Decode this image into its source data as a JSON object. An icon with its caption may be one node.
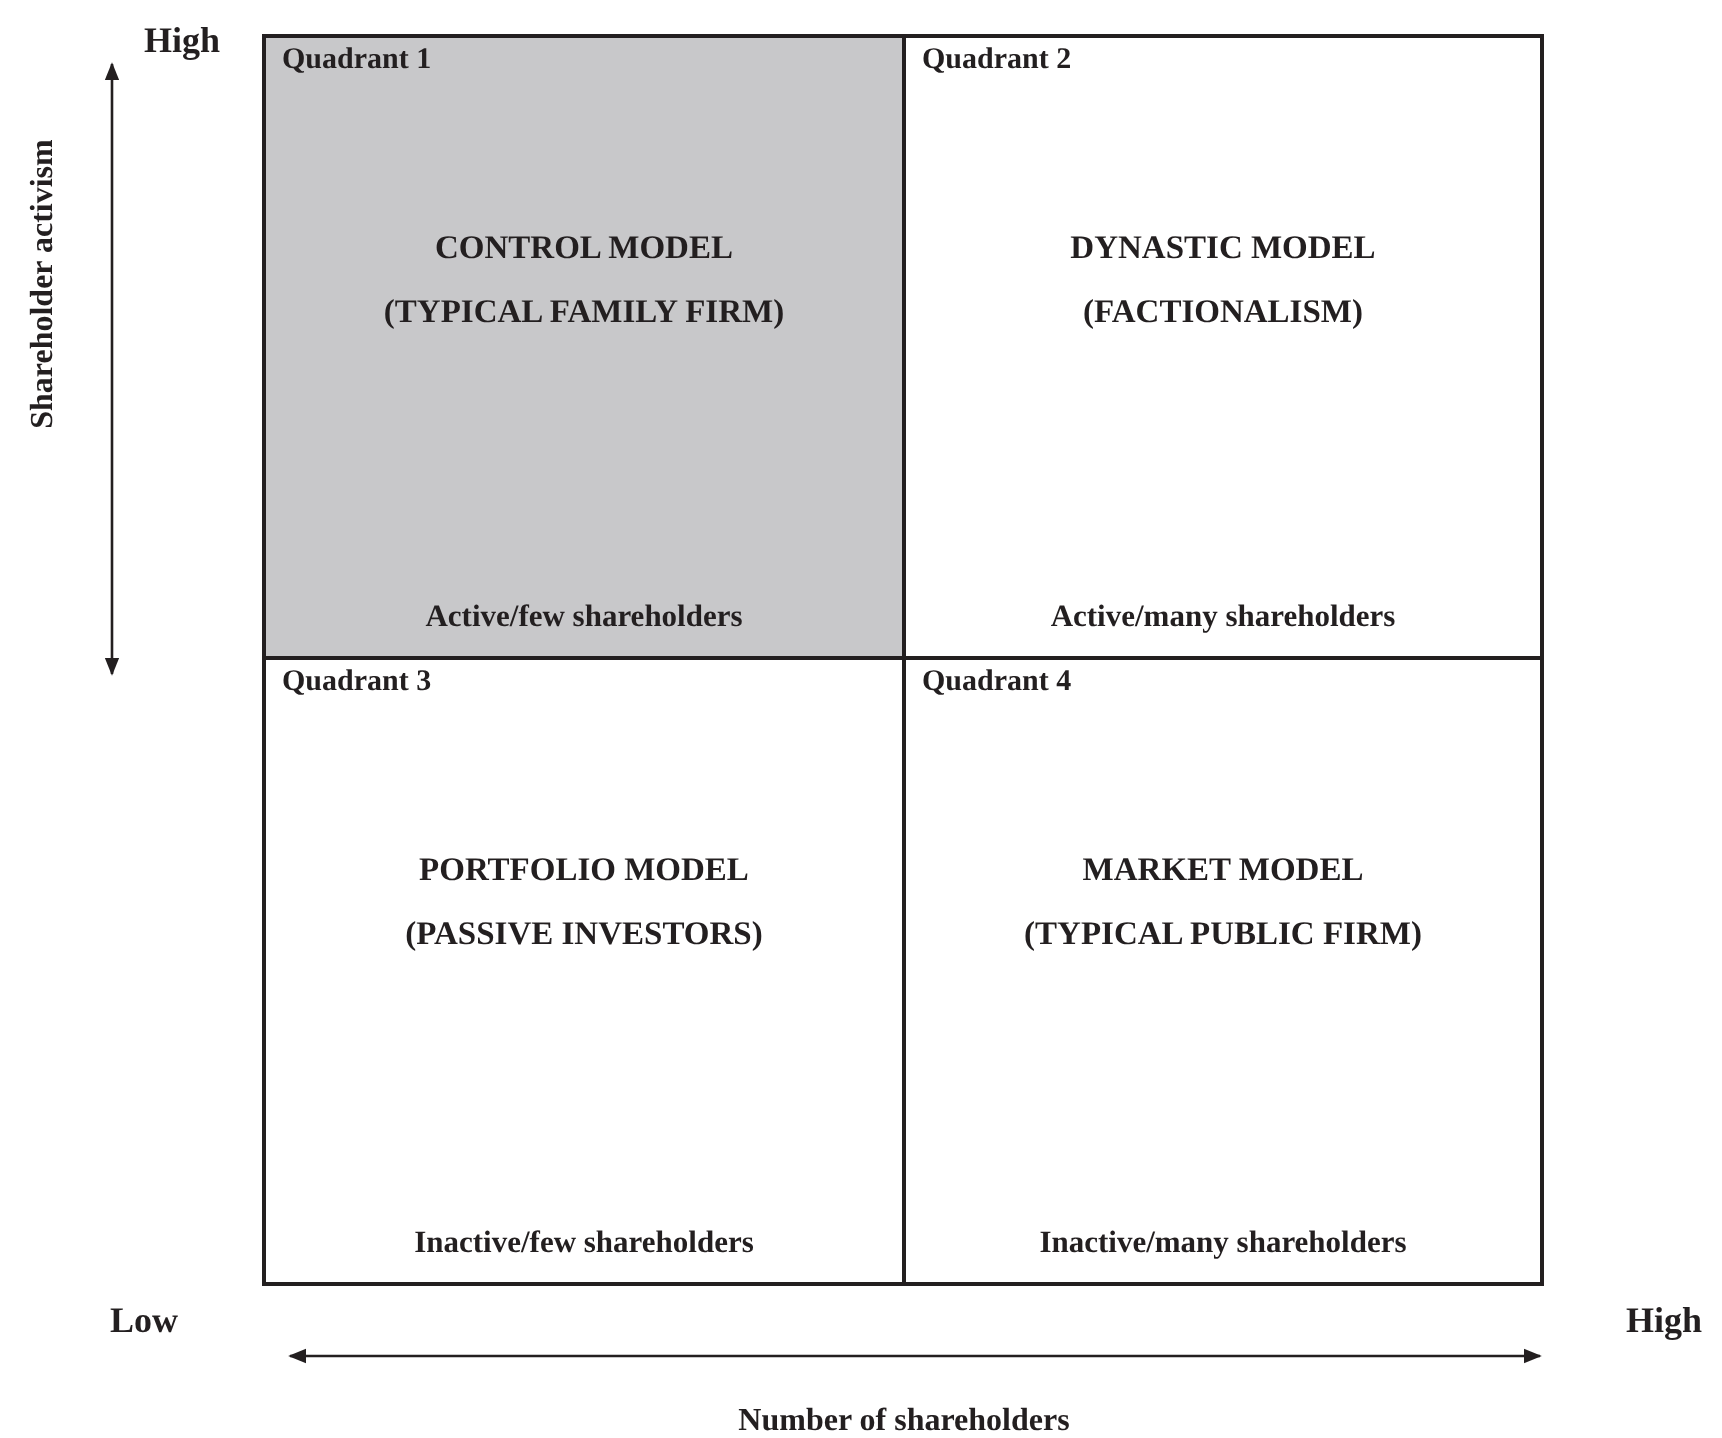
{
  "diagram": {
    "nodes": [
      {
        "text": [
          "Quadrant 1",
          "CONTROL MODEL",
          "(TYPICAL FAMILY FIRM)",
          "Active/few shareholders"
        ]
      },
      {
        "text": [
          "Quadrant 2",
          "DYNASTIC MODEL",
          "(FACTIONALISM)",
          "Active/many shareholders"
        ]
      },
      {
        "text": [
          "Quadrant 3",
          "PORTFOLIO MODEL",
          "(PASSIVE INVESTORS)",
          "Inactive/few shareholders"
        ]
      },
      {
        "text": [
          "Quadrant 4",
          "MARKET MODEL",
          "(TYPICAL PUBLIC FIRM)",
          "Inactive/many shareholders"
        ]
      }
    ],
    "edges": [],
    "labels": [
      "High",
      "Shareholder activism",
      "Low",
      "High",
      "Number of shareholders"
    ]
  }
}
